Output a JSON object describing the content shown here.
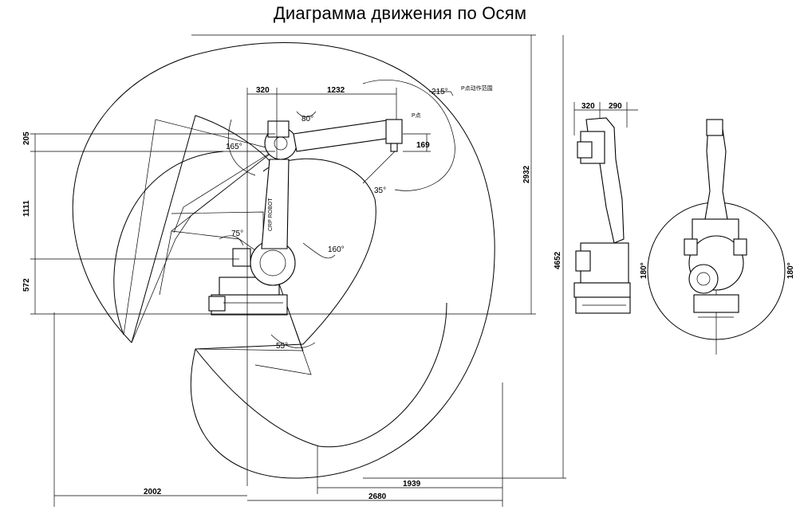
{
  "title": "Диаграмма движения по Осям",
  "side_view": {
    "dims_top": {
      "upper_arm_offset": "320",
      "forearm_length": "1232"
    },
    "dims_left": {
      "d205": "205",
      "d1111": "1111",
      "d572": "572"
    },
    "dims_right": {
      "reach_height": "2932",
      "total_height": "4652"
    },
    "dims_bottom": {
      "d2002": "2002",
      "d1939": "1939",
      "d2680": "2680"
    },
    "wrist_offset": "169",
    "angles": {
      "a80": "80°",
      "a165": "165°",
      "a215": "215°",
      "a35": "35°",
      "a75": "75°",
      "a160": "160°",
      "a55": "55°"
    },
    "p_point_label": "P点",
    "p_range_label": "P点动作范围",
    "brand_text": "CRP ROBOT"
  },
  "front_view": {
    "dim_a": "320",
    "dim_b": "290"
  },
  "top_view": {
    "left_angle": "180°",
    "right_angle": "180°"
  }
}
